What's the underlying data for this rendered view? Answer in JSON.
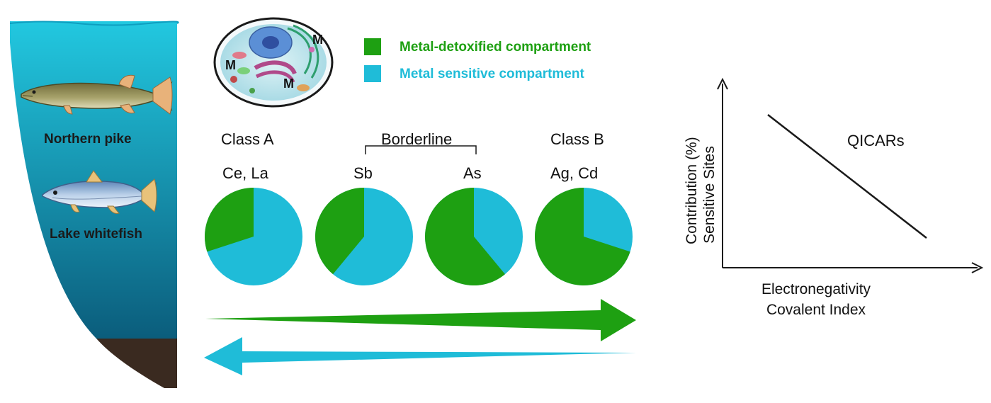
{
  "colors": {
    "detox": "#1ea012",
    "sensitive": "#1fbcd8",
    "water_top": "#22c8e0",
    "water_bottom": "#0b5d7c",
    "sediment": "#3a2a20"
  },
  "fish": {
    "pike_label": "Northern pike",
    "whitefish_label": "Lake whitefish"
  },
  "cell": {
    "marker_1": "M",
    "marker_2": "M",
    "marker_3": "M"
  },
  "legend": {
    "detox_label": "Metal-detoxified compartment",
    "sensitive_label": "Metal sensitive compartment"
  },
  "classes": {
    "class_a": "Class A",
    "borderline": "Borderline",
    "class_b": "Class B"
  },
  "pies": [
    {
      "element": "Ce, La",
      "detox_fraction": 0.3
    },
    {
      "element": "Sb",
      "detox_fraction": 0.39
    },
    {
      "element": "As",
      "detox_fraction": 0.61
    },
    {
      "element": "Ag, Cd",
      "detox_fraction": 0.7
    }
  ],
  "graph": {
    "y_label_line1": "Contribution (%)",
    "y_label_line2": "Sensitive Sites",
    "x_label_line1": "Electronegativity",
    "x_label_line2": "Covalent Index",
    "line_label": "QICARs"
  }
}
